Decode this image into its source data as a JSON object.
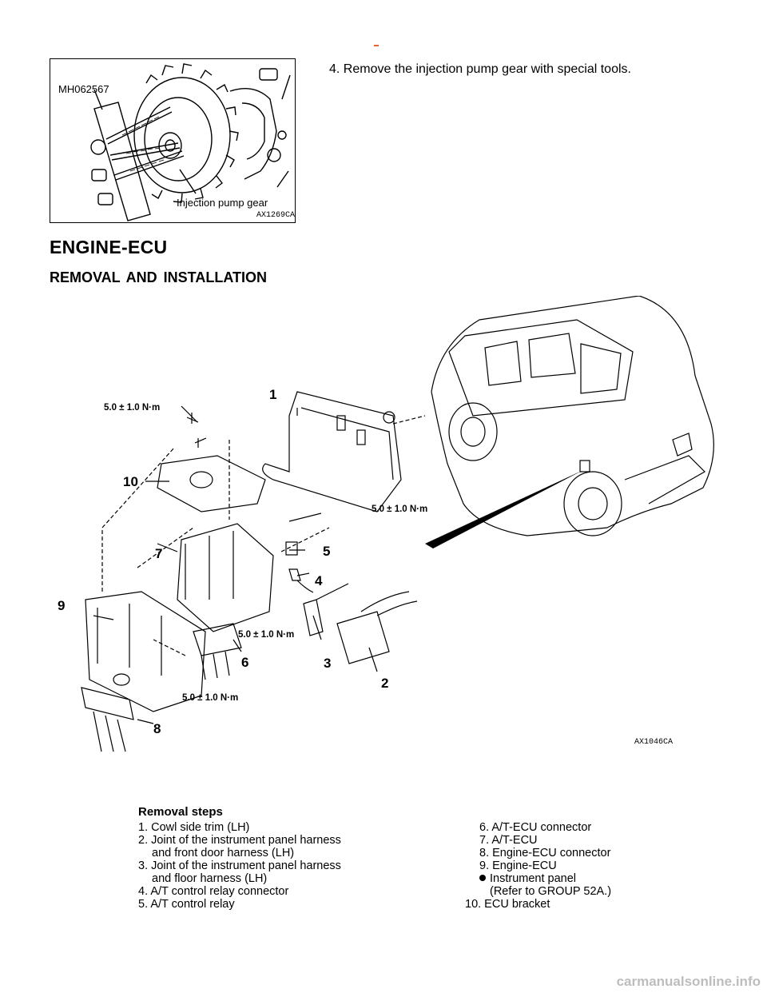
{
  "page": {
    "step4_text": "4.  Remove  the  injection  pump  gear  with  special  tools.",
    "heading": "ENGINE-ECU",
    "subheading": "REMOVAL  AND  INSTALLATION",
    "watermark": "carmanualsonline.info"
  },
  "figure1": {
    "tool_label": "MH062567",
    "gear_label": "Injection pump gear",
    "figure_code": "AX1269CA"
  },
  "figure2": {
    "figure_code": "AX1046CA",
    "torque_label": "5.0  ±  1.0  N·m",
    "callouts": [
      "1",
      "2",
      "3",
      "4",
      "5",
      "6",
      "7",
      "8",
      "9",
      "10"
    ]
  },
  "removal_steps": {
    "title": "Removal steps",
    "left": [
      "1. Cowl  side  trim  (LH)",
      "2. Joint  of  the  instrument  panel  harness",
      "and  front  door  harness  (LH)",
      "3. Joint  of  the  instrument  panel  harness",
      "and  floor  harness  (LH)",
      "4. A/T  control  relay  connector",
      "5. A/T  control  relay"
    ],
    "right": [
      "6. A/T-ECU  connector",
      "7. A/T-ECU",
      "8. Engine-ECU  connector",
      "9. Engine-ECU",
      "Instrument  panel",
      "(Refer  to  GROUP  52A.)",
      "10. ECU  bracket"
    ]
  }
}
